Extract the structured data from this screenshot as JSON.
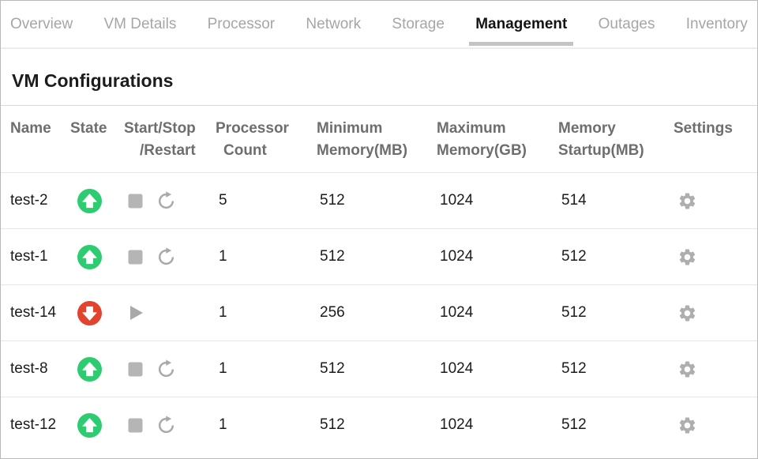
{
  "tabs": {
    "items": [
      {
        "label": "Overview",
        "active": false
      },
      {
        "label": "VM Details",
        "active": false
      },
      {
        "label": "Processor",
        "active": false
      },
      {
        "label": "Network",
        "active": false
      },
      {
        "label": "Storage",
        "active": false
      },
      {
        "label": "Management",
        "active": true
      },
      {
        "label": "Outages",
        "active": false
      },
      {
        "label": "Inventory",
        "active": false
      }
    ]
  },
  "section": {
    "title": "VM Configurations"
  },
  "table": {
    "columns": [
      {
        "line1": "Name",
        "line2": ""
      },
      {
        "line1": "State",
        "line2": ""
      },
      {
        "line1": "Start/Stop",
        "line2": "/Restart"
      },
      {
        "line1": "Processor",
        "line2": "Count"
      },
      {
        "line1": "Minimum",
        "line2": "Memory(MB)"
      },
      {
        "line1": "Maximum",
        "line2": "Memory(GB)"
      },
      {
        "line1": "Memory",
        "line2": "Startup(MB)"
      },
      {
        "line1": "Settings",
        "line2": ""
      }
    ],
    "rows": [
      {
        "name": "test-2",
        "state": "running",
        "state_icon": "arrow-up-circle",
        "actions": [
          "stop",
          "restart"
        ],
        "processor_count": "5",
        "min_memory_mb": "512",
        "max_memory_gb": "1024",
        "memory_startup_mb": "514",
        "settings_icon": "gear"
      },
      {
        "name": "test-1",
        "state": "running",
        "state_icon": "arrow-up-circle",
        "actions": [
          "stop",
          "restart"
        ],
        "processor_count": "1",
        "min_memory_mb": "512",
        "max_memory_gb": "1024",
        "memory_startup_mb": "512",
        "settings_icon": "gear"
      },
      {
        "name": "test-14",
        "state": "stopped",
        "state_icon": "arrow-down-circle",
        "actions": [
          "play"
        ],
        "processor_count": "1",
        "min_memory_mb": "256",
        "max_memory_gb": "1024",
        "memory_startup_mb": "512",
        "settings_icon": "gear"
      },
      {
        "name": "test-8",
        "state": "running",
        "state_icon": "arrow-up-circle",
        "actions": [
          "stop",
          "restart"
        ],
        "processor_count": "1",
        "min_memory_mb": "512",
        "max_memory_gb": "1024",
        "memory_startup_mb": "512",
        "settings_icon": "gear"
      },
      {
        "name": "test-12",
        "state": "running",
        "state_icon": "arrow-up-circle",
        "actions": [
          "stop",
          "restart"
        ],
        "processor_count": "1",
        "min_memory_mb": "512",
        "max_memory_gb": "1024",
        "memory_startup_mb": "512",
        "settings_icon": "gear"
      }
    ]
  },
  "colors": {
    "state_running": "#2ecc71",
    "state_stopped": "#e2432f",
    "icon_gray": "#aeaeae",
    "active_tab_text": "#141414",
    "inactive_tab_text": "#a6a6a6",
    "active_tab_underline": "#c3c3c3"
  }
}
